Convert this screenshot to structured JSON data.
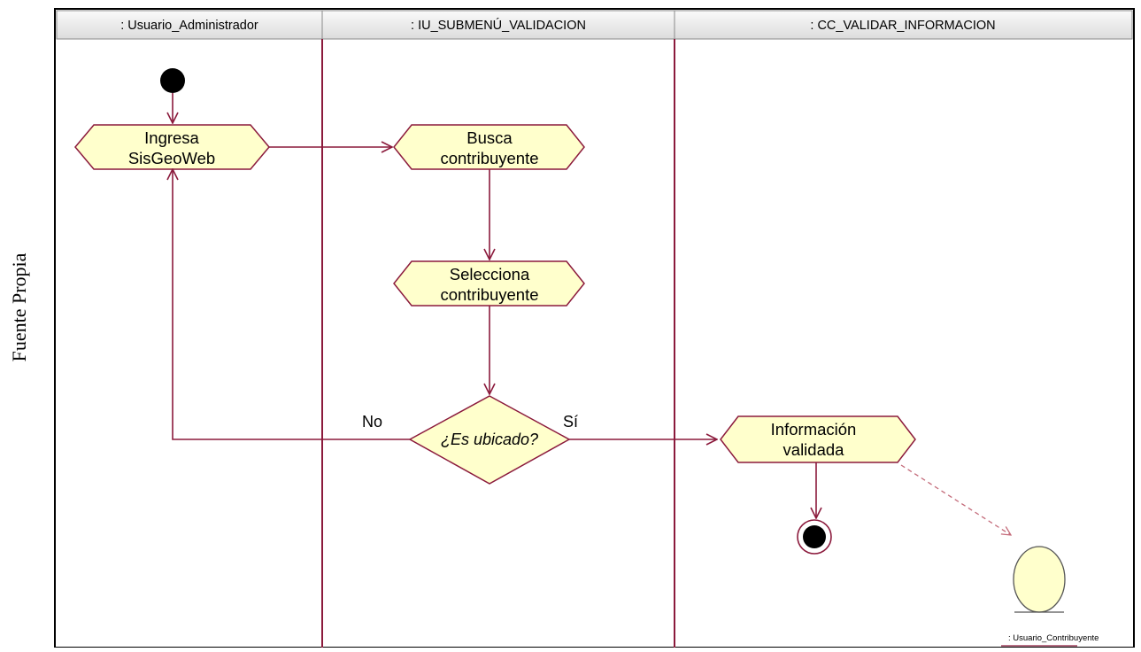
{
  "caption": "Fuente Propia",
  "swimlanes": [
    {
      "label": ": Usuario_Administrador"
    },
    {
      "label": ": IU_SUBMENÚ_VALIDACION"
    },
    {
      "label": ": CC_VALIDAR_INFORMACION"
    }
  ],
  "activities": {
    "ingresa": [
      "Ingresa",
      "SisGeoWeb"
    ],
    "busca": [
      "Busca",
      "contribuyente"
    ],
    "selecciona": [
      "Selecciona",
      "contribuyente"
    ],
    "informacion": [
      "Información",
      "validada"
    ]
  },
  "decision": {
    "label": "¿Es ubicado?",
    "yes": "Sí",
    "no": "No"
  },
  "actor": {
    "label": ": Usuario_Contribuyente"
  },
  "colors": {
    "line": "#8b1a3c",
    "fill": "#ffffcc",
    "lane_header": "#ececec"
  }
}
